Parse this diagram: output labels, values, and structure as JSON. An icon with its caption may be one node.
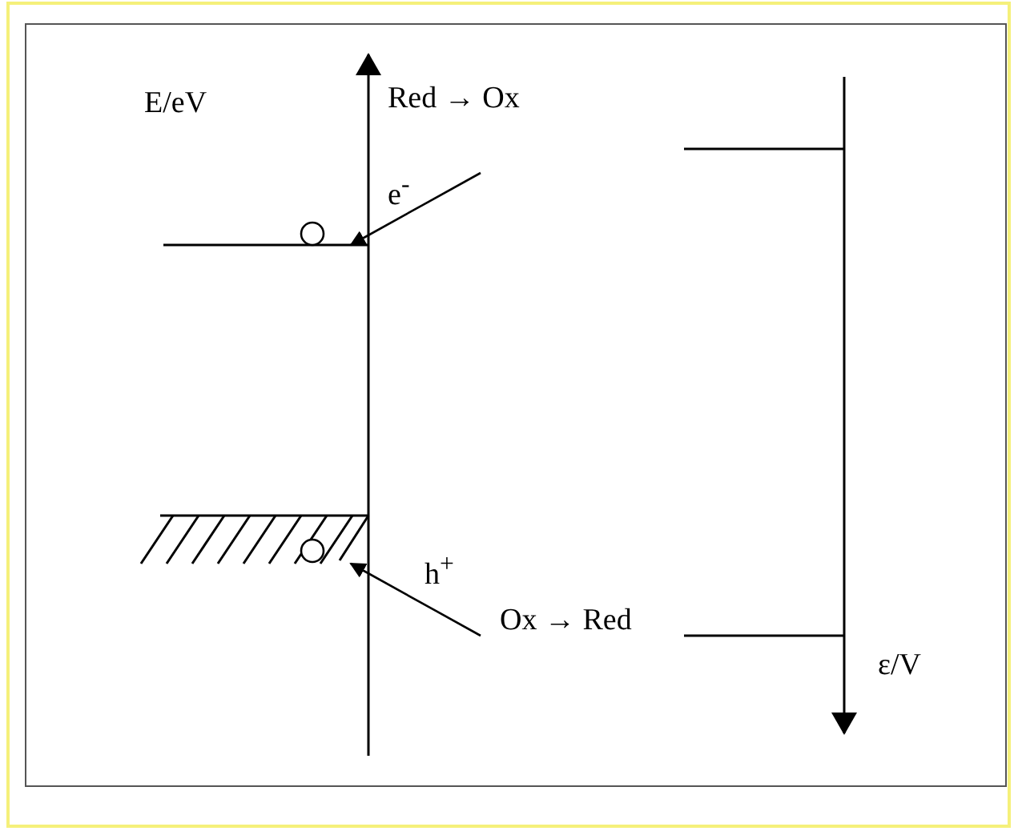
{
  "diagram": {
    "nodes": [
      {
        "text": [],
        "shape": "circle"
      },
      {
        "text": [],
        "shape": "circle"
      }
    ],
    "edges": [
      {
        "from": null,
        "to": 0,
        "arrow": "to"
      },
      {
        "from": null,
        "to": 1,
        "arrow": "to"
      }
    ],
    "labels": [
      "E/eV",
      "Red → Ox",
      "e$^{-}$",
      "h$^{+}$",
      "Ox → Red",
      "ε/V"
    ]
  }
}
